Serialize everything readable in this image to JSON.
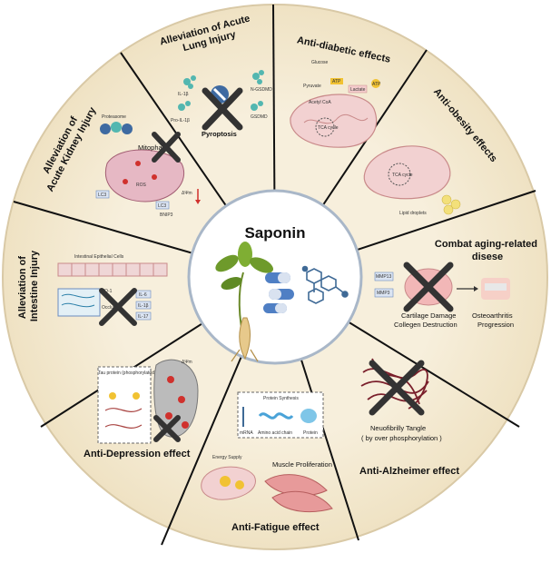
{
  "center": {
    "title": "Saponin"
  },
  "sectors": {
    "lung": {
      "title_lines": [
        "Alleviation of Acute",
        "Lung Injury"
      ],
      "labels": [
        "IL-1β",
        "Pro-IL-1β",
        "N-GSDMD",
        "GSDMD",
        "Pyroptosis"
      ]
    },
    "diabetic": {
      "title": "Anti-diabetic effects",
      "labels": [
        "Glucose",
        "Pyruvate",
        "Acetyl CoA",
        "ATP",
        "Lactate",
        "TCA cycle",
        "ATP"
      ]
    },
    "obesity": {
      "title": "Anti-obesity effects",
      "labels": [
        "TCA cycle",
        "Lipid droplets"
      ]
    },
    "aging": {
      "title_lines": [
        "Combat aging-related",
        "disese"
      ],
      "labels": [
        "MMP13",
        "MMP3",
        "Cartilage Damage",
        "Collegen Destruction",
        "Osteoarthritis",
        "Progression"
      ]
    },
    "alzheimer": {
      "title": "Anti-Alzheimer effect",
      "labels": [
        "Neuofibrilly Tangle",
        "( by over phosphorylation )"
      ]
    },
    "fatigue": {
      "title": "Anti-Fatigue effect",
      "labels": [
        "Protein Synthesis",
        "mRNA",
        "Amino acid chain",
        "Protein",
        "Energy Supply",
        "Muscle Proliferation"
      ]
    },
    "depression": {
      "title": "Anti-Depression effect",
      "labels": [
        "Tau protein (phosphorylated)",
        "ΔΨm"
      ]
    },
    "intestine": {
      "title_lines": [
        "Alleviation of",
        "Intestine Injury"
      ],
      "labels": [
        "Intestinal Epithelial Cells",
        "ZO-1",
        "Occludin",
        "IL-6",
        "IL-1β",
        "IL-17"
      ]
    },
    "kidney": {
      "title_lines": [
        "Alleviation of",
        "Acute Kidney Injury"
      ],
      "labels": [
        "Proteasome",
        "Mitophagy",
        "LC3",
        "LC3",
        "ROS",
        "BNIP3",
        "ΔΨm"
      ]
    }
  },
  "colors": {
    "ring_fill": "#f5ecd8",
    "ring_stroke": "#d9c9a6",
    "divider": "#111111",
    "cross": "#333333"
  }
}
